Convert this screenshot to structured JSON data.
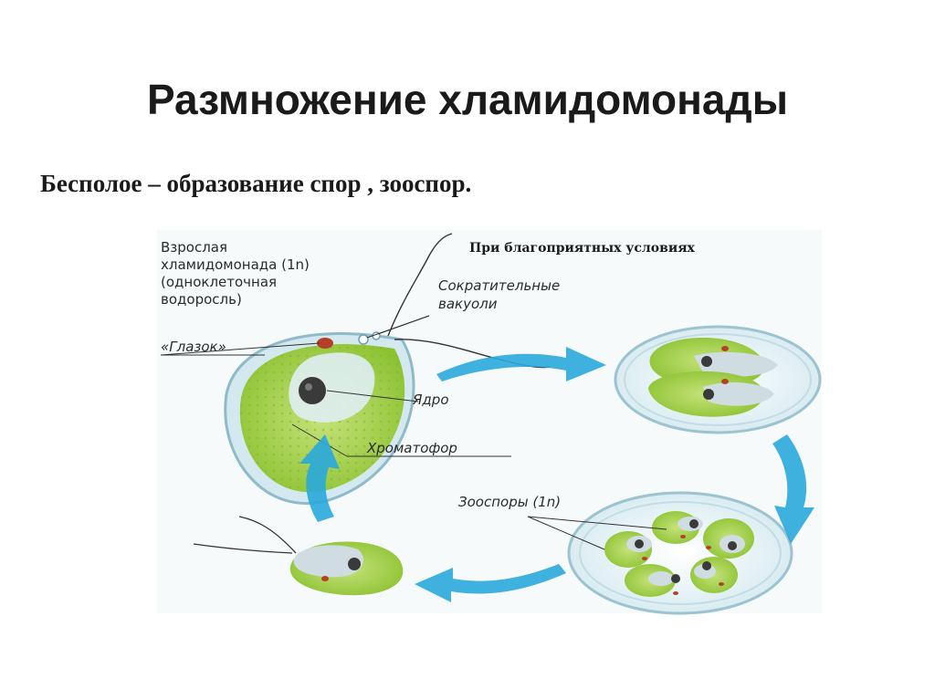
{
  "title": "Размножение хламидомонады",
  "subtitle": "Бесполое – образование  спор , зооспор.",
  "diagram": {
    "labels": {
      "adult_line1": "Взрослая",
      "adult_line2": "хламидомонада (1n)",
      "adult_line3": "(одноклеточная",
      "adult_line4": "водоросль)",
      "eyespot": "«Глазок»",
      "conditions": "При благоприятных условиях",
      "vacuoles_line1": "Сократительные",
      "vacuoles_line2": "вакуоли",
      "nucleus": "Ядро",
      "chromatophore": "Хроматофор",
      "zoospores": "Зооспоры (1n)"
    },
    "colors": {
      "cell_green": "#9ccc3c",
      "cell_green_light": "#c6e27a",
      "membrane": "#cfe6ee",
      "arrow_blue": "#29a8dc",
      "eyespot_red": "#b5402a",
      "nucleus_dark": "#2a2a2a",
      "line": "#333333"
    },
    "icons": [
      "cycle-arrow-icon"
    ]
  }
}
